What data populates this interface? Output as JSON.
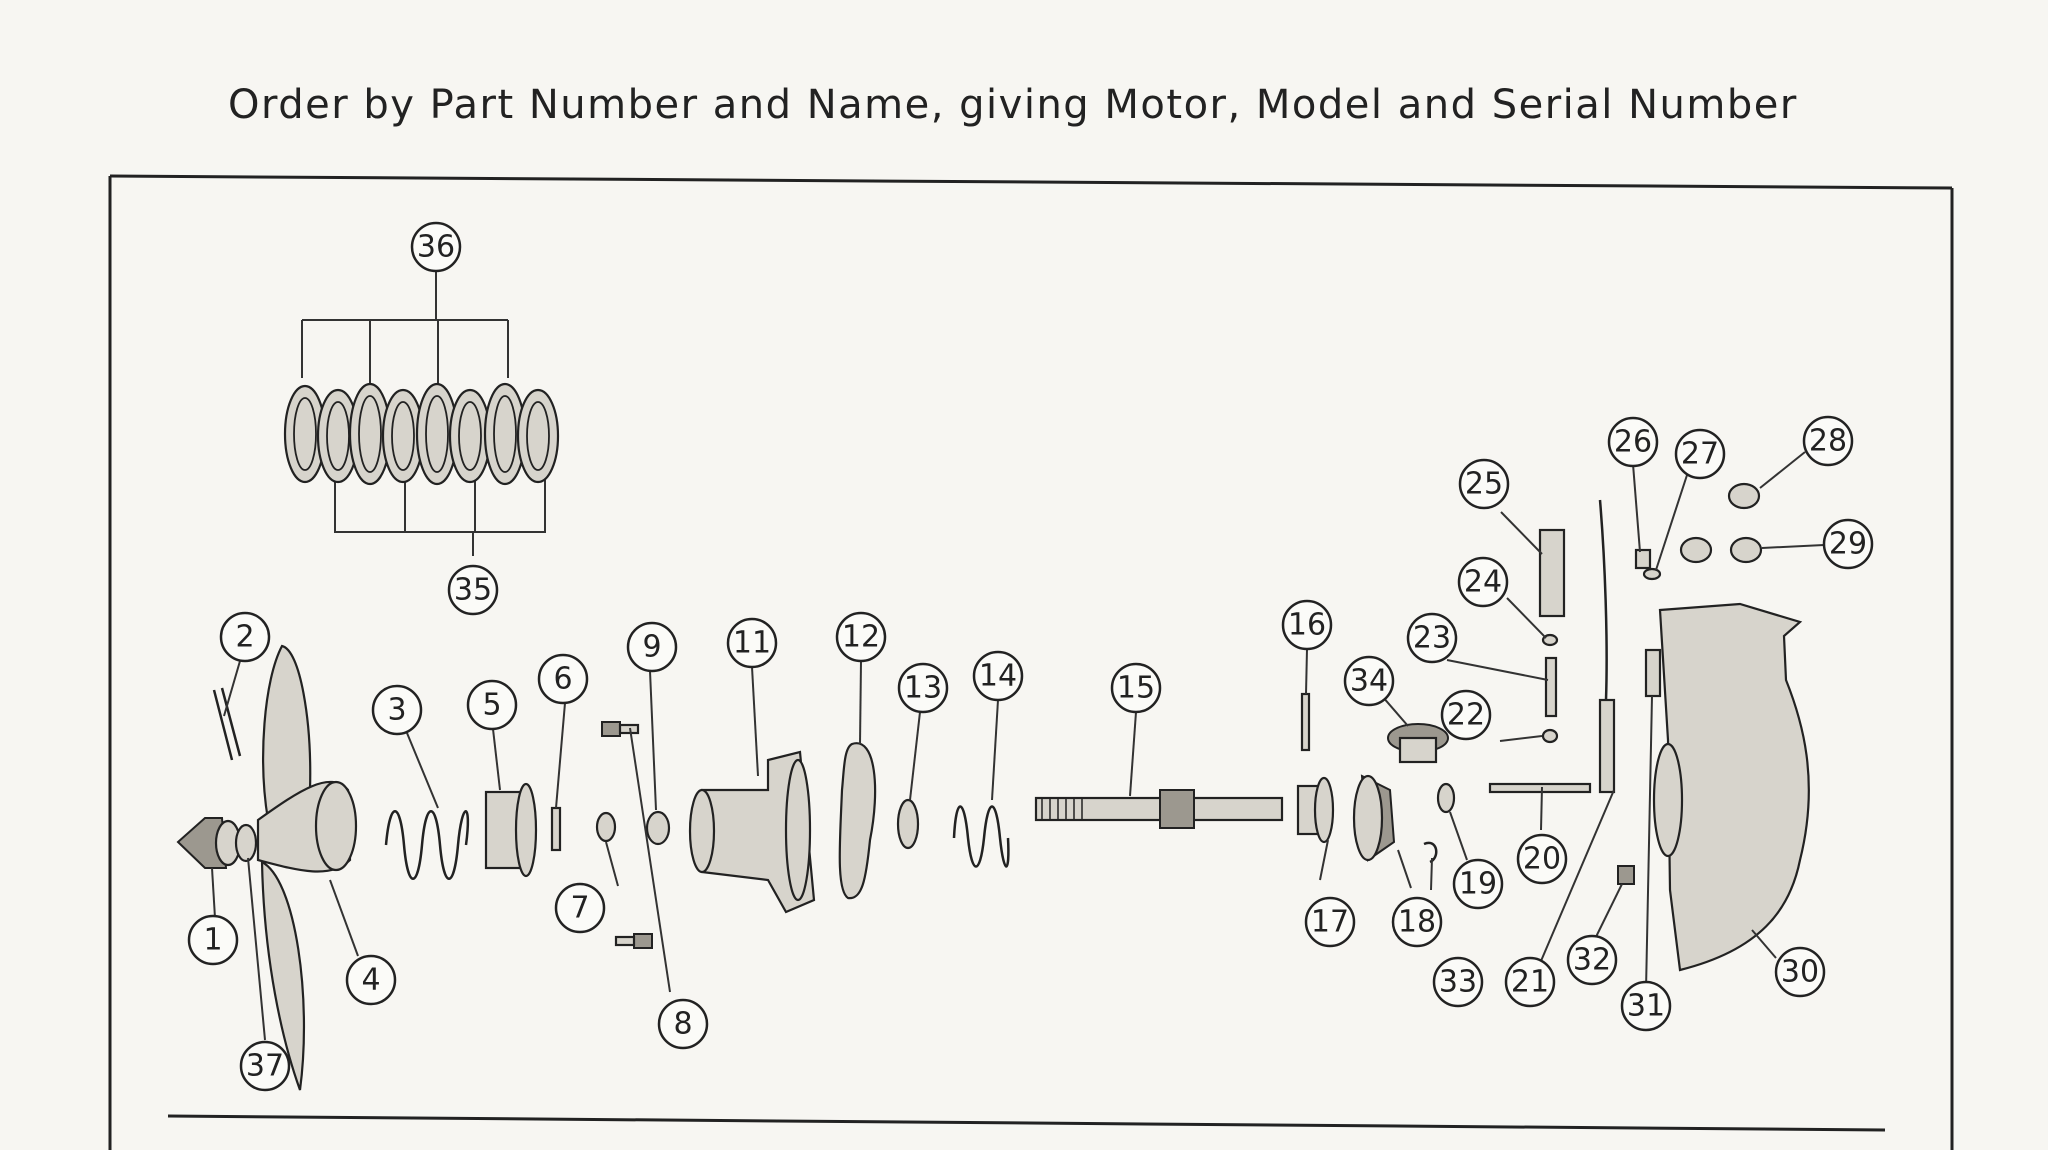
{
  "header": {
    "order_note": "Order by Part Number and Name, giving Motor, Model and Serial Number"
  },
  "callouts": [
    "1",
    "2",
    "3",
    "4",
    "5",
    "6",
    "7",
    "8",
    "9",
    "11",
    "12",
    "13",
    "14",
    "15",
    "16",
    "17",
    "18",
    "19",
    "20",
    "21",
    "22",
    "23",
    "24",
    "25",
    "26",
    "27",
    "28",
    "29",
    "30",
    "31",
    "32",
    "33",
    "34",
    "35",
    "36",
    "37"
  ]
}
